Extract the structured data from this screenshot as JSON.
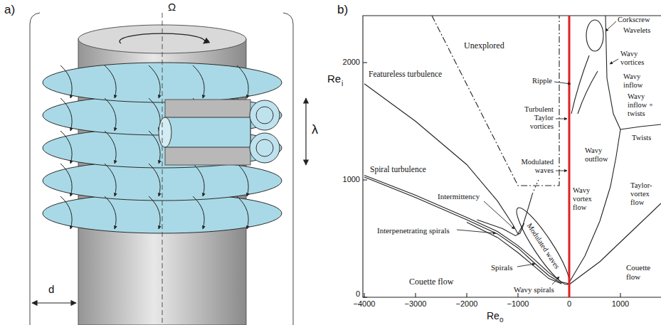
{
  "diagram": {
    "labels": [
      "a)",
      "Ω",
      "λ",
      "d",
      "b)",
      "Re",
      "i",
      "Re",
      "o",
      "2000",
      "1000",
      "0",
      "−4000",
      "−3000",
      "−2000",
      "−1000",
      "0",
      "1000",
      "Unexplored",
      "Featureless turbulence",
      "Spiral turbulence",
      "Couette flow",
      "Turbulent Taylor vortices",
      "Ripple",
      "Corkscrew",
      "Wavelets",
      "Wavy vortices",
      "Wavy inflow",
      "Wavy inflow + twists",
      "Twists",
      "Wavy outflow",
      "Modulated waves",
      "Intermittency",
      "Interpenetrating spirals",
      "Spirals",
      "Wavy spirals",
      "Modulated waves",
      "Wavy vortex flow",
      "Taylor-vortex flow",
      "Couette flow"
    ]
  }
}
